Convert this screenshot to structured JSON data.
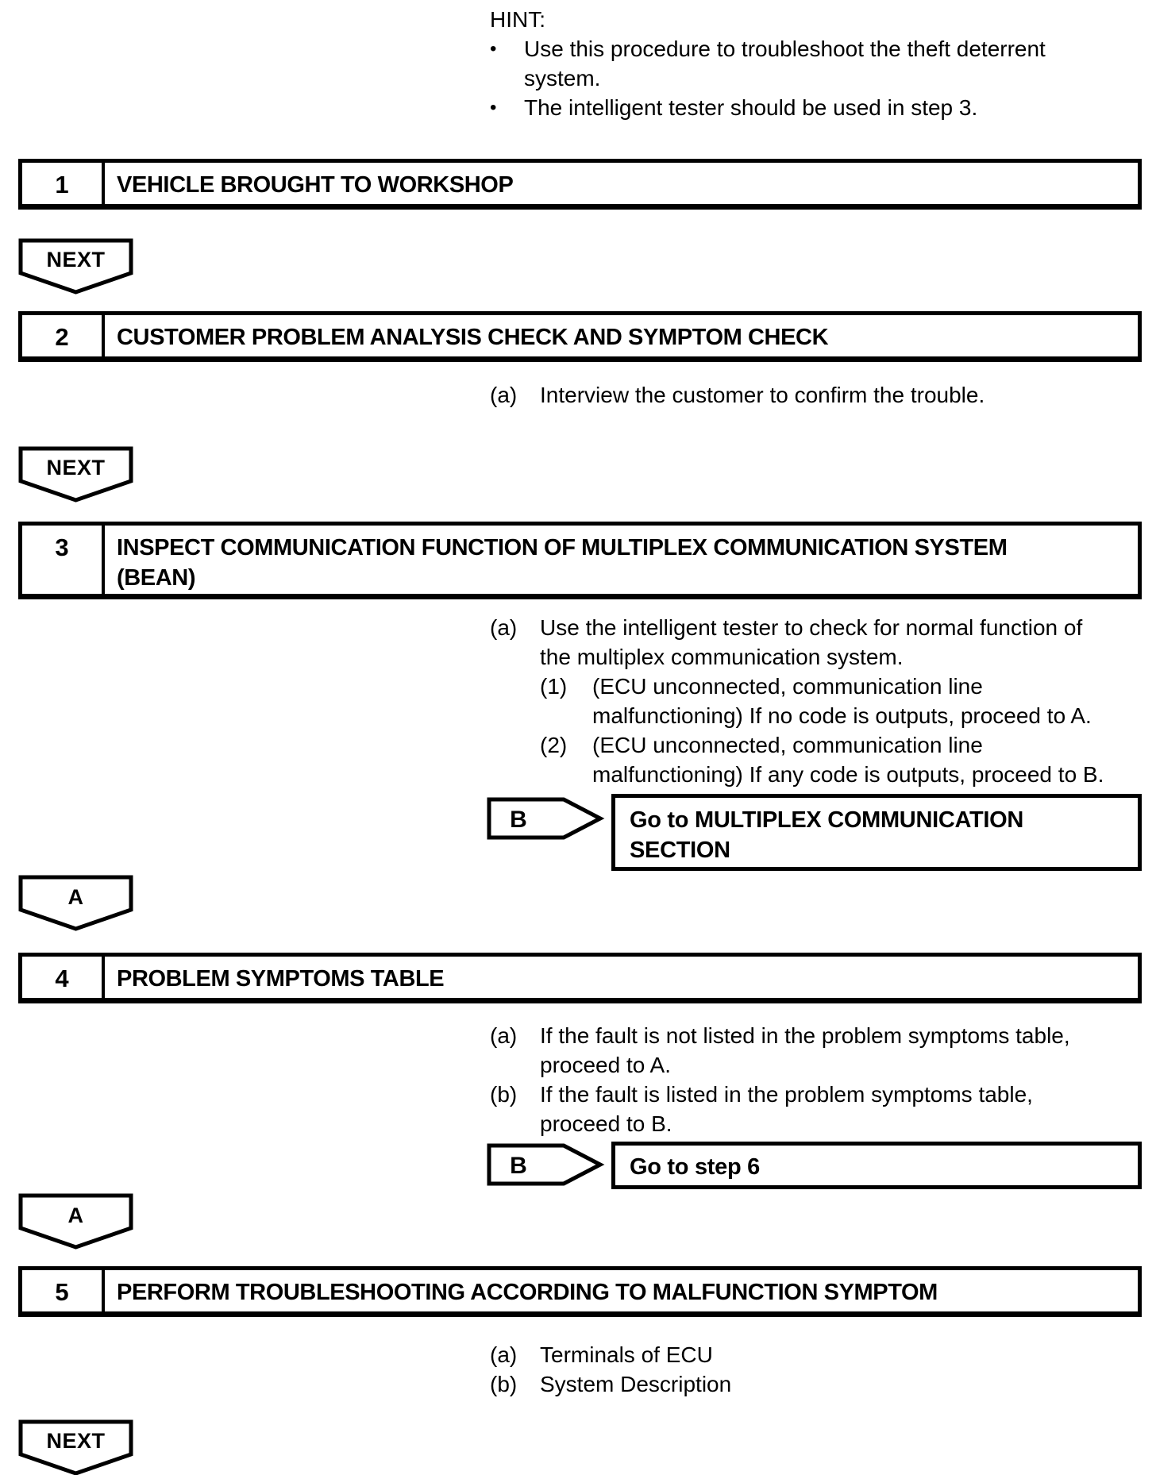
{
  "hint": {
    "label": "HINT:",
    "bullets": [
      "Use this procedure to troubleshoot the theft deterrent\nsystem.",
      "The intelligent tester should be used in step 3."
    ]
  },
  "steps": [
    {
      "number": "1",
      "title": "VEHICLE BROUGHT TO WORKSHOP",
      "substeps": []
    },
    {
      "number": "2",
      "title": "CUSTOMER PROBLEM ANALYSIS CHECK AND SYMPTOM CHECK",
      "substeps": [
        {
          "label": "(a)",
          "text": "Interview the customer to confirm the trouble."
        }
      ]
    },
    {
      "number": "3",
      "title": "INSPECT COMMUNICATION FUNCTION OF MULTIPLEX COMMUNICATION SYSTEM\n(BEAN)",
      "substeps": [
        {
          "label": "(a)",
          "text": "Use the intelligent tester to check for normal function of\nthe multiplex communication system.",
          "children": [
            {
              "label": "(1)",
              "text": "(ECU unconnected, communication line\nmalfunctioning) If no code is outputs, proceed to A."
            },
            {
              "label": "(2)",
              "text": "(ECU unconnected, communication line\nmalfunctioning) If any code is outputs, proceed to B."
            }
          ]
        }
      ]
    },
    {
      "number": "4",
      "title": "PROBLEM SYMPTOMS TABLE",
      "substeps": [
        {
          "label": "(a)",
          "text": "If the fault is not listed in the problem symptoms table,\nproceed to A."
        },
        {
          "label": "(b)",
          "text": "If the fault is listed in the problem symptoms table,\nproceed to B."
        }
      ]
    },
    {
      "number": "5",
      "title": "PERFORM TROUBLESHOOTING ACCORDING TO MALFUNCTION SYMPTOM",
      "substeps": [
        {
          "label": "(a)",
          "text": "Terminals of ECU"
        },
        {
          "label": "(b)",
          "text": "System Description"
        }
      ]
    }
  ],
  "connectors": [
    {
      "label": "NEXT"
    },
    {
      "label": "NEXT"
    },
    {
      "label": "A"
    },
    {
      "label": "A"
    },
    {
      "label": "NEXT"
    }
  ],
  "branches": [
    {
      "label": "B",
      "action": "Go to MULTIPLEX COMMUNICATION\nSECTION"
    },
    {
      "label": "B",
      "action": "Go to step 6"
    }
  ],
  "colors": {
    "ink": "#000000",
    "paper": "#ffffff"
  }
}
